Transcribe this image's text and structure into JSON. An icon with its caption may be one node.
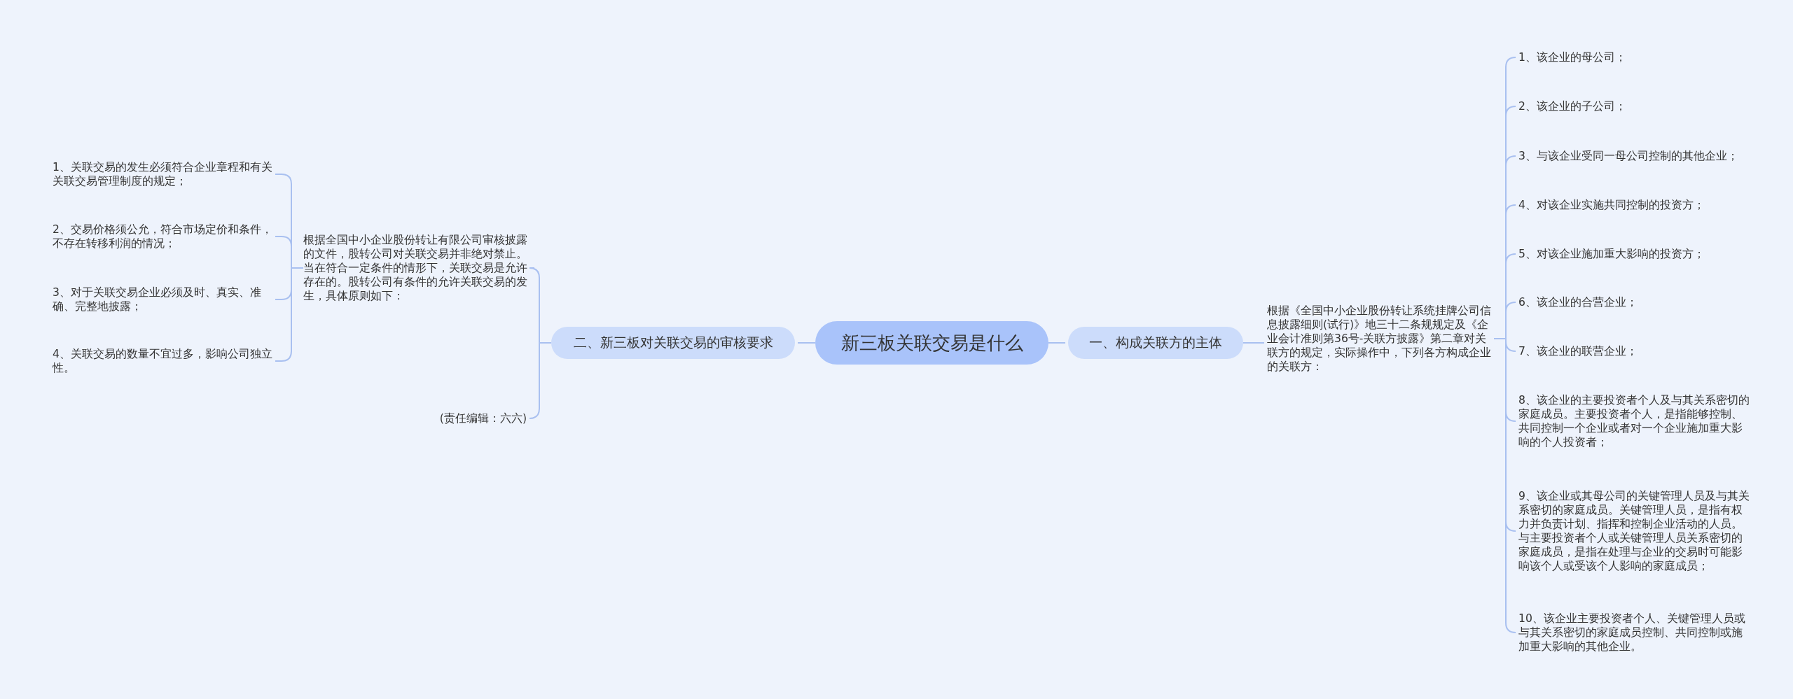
{
  "diagram": {
    "nodes": [
      {
        "text": [
          "新三板关联交易是什么"
        ]
      },
      {
        "text": [
          "一、构成关联方的主体"
        ]
      },
      {
        "text": [
          "根据《全国中小企业股份转让系统挂牌公司信息披露细则(试行)》地三十二条规规定及《企业会计准则第36号-关联方披露》第二章对关联方的规定，实际操作中，下列各方构成企业的关联方："
        ]
      },
      {
        "text": [
          "1、该企业的母公司；"
        ]
      },
      {
        "text": [
          "2、该企业的子公司；"
        ]
      },
      {
        "text": [
          "3、与该企业受同一母公司控制的其他企业；"
        ]
      },
      {
        "text": [
          "4、对该企业实施共同控制的投资方；"
        ]
      },
      {
        "text": [
          "5、对该企业施加重大影响的投资方；"
        ]
      },
      {
        "text": [
          "6、该企业的合营企业；"
        ]
      },
      {
        "text": [
          "7、该企业的联营企业；"
        ]
      },
      {
        "text": [
          "8、该企业的主要投资者个人及与其关系密切的家庭成员。主要投资者个人，是指能够控制、共同控制一个企业或者对一个企业施加重大影响的个人投资者；"
        ]
      },
      {
        "text": [
          "9、该企业或其母公司的关键管理人员及与其关系密切的家庭成员。关键管理人员，是指有权力并负责计划、指挥和控制企业活动的人员。与主要投资者个人或关键管理人员关系密切的家庭成员，是指在处理与企业的交易时可能影响该个人或受该个人影响的家庭成员；"
        ]
      },
      {
        "text": [
          "10、该企业主要投资者个人、关键管理人员或与其关系密切的家庭成员控制、共同控制或施加重大影响的其他企业。"
        ]
      },
      {
        "text": [
          "二、新三板对关联交易的审核要求"
        ]
      },
      {
        "text": [
          "根据全国中小企业股份转让有限公司审核披露的文件，股转公司对关联交易并非绝对禁止。当在符合一定条件的情形下，关联交易是允许存在的。股转公司有条件的允许关联交易的发生，具体原则如下："
        ]
      },
      {
        "text": [
          "(责任编辑：六六)"
        ]
      },
      {
        "text": [
          "1、关联交易的发生必须符合企业章程和有关关联交易管理制度的规定；"
        ]
      },
      {
        "text": [
          "2、交易价格须公允，符合市场定价和条件，不存在转移利润的情况；"
        ]
      },
      {
        "text": [
          "3、对于关联交易企业必须及时、真实、准确、完整地披露；"
        ]
      },
      {
        "text": [
          "4、关联交易的数量不宜过多，影响公司独立性。"
        ]
      }
    ],
    "edges": [
      {
        "from": 0,
        "to": 1,
        "arrow": "none"
      },
      {
        "from": 1,
        "to": 2,
        "arrow": "none"
      },
      {
        "from": 2,
        "to": 3,
        "arrow": "none"
      },
      {
        "from": 2,
        "to": 4,
        "arrow": "none"
      },
      {
        "from": 2,
        "to": 5,
        "arrow": "none"
      },
      {
        "from": 2,
        "to": 6,
        "arrow": "none"
      },
      {
        "from": 2,
        "to": 7,
        "arrow": "none"
      },
      {
        "from": 2,
        "to": 8,
        "arrow": "none"
      },
      {
        "from": 2,
        "to": 9,
        "arrow": "none"
      },
      {
        "from": 2,
        "to": 10,
        "arrow": "none"
      },
      {
        "from": 2,
        "to": 11,
        "arrow": "none"
      },
      {
        "from": 2,
        "to": 12,
        "arrow": "none"
      },
      {
        "from": 0,
        "to": 13,
        "arrow": "none"
      },
      {
        "from": 13,
        "to": 14,
        "arrow": "none"
      },
      {
        "from": 13,
        "to": 15,
        "arrow": "none"
      },
      {
        "from": 14,
        "to": 16,
        "arrow": "none"
      },
      {
        "from": 14,
        "to": 17,
        "arrow": "none"
      },
      {
        "from": 14,
        "to": 18,
        "arrow": "none"
      },
      {
        "from": 14,
        "to": 19,
        "arrow": "none"
      }
    ]
  }
}
